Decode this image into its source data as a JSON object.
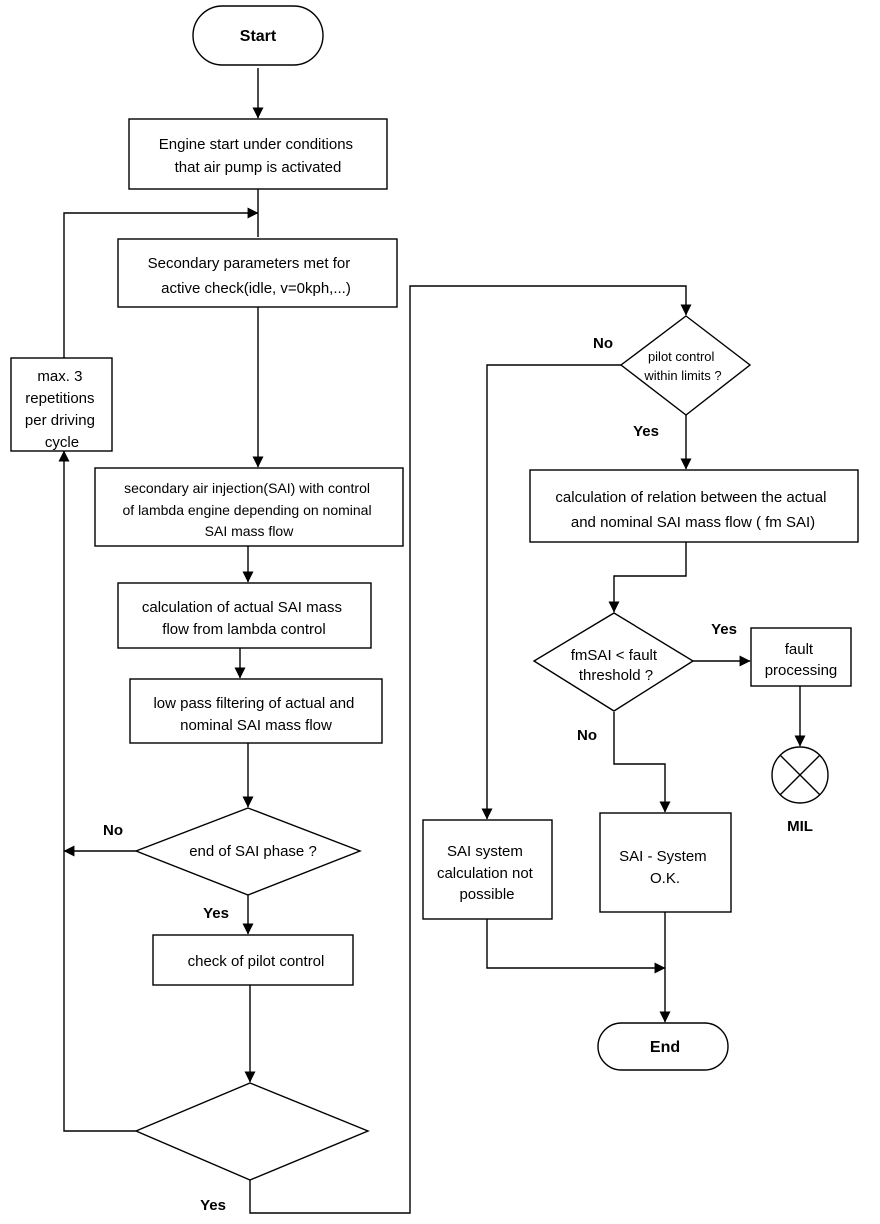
{
  "nodes": {
    "start": "Start",
    "engine_start": [
      "Engine start under conditions",
      "that air pump is activated"
    ],
    "secondary_params": [
      "Secondary parameters met for",
      "active check(idle, v=0kph,...)"
    ],
    "max_repetitions": [
      "max. 3",
      "repetitions",
      "per driving",
      "cycle"
    ],
    "sai_injection": [
      "secondary air injection(SAI) with control",
      "of lambda engine depending on nominal",
      "SAI mass flow"
    ],
    "calc_actual": [
      "calculation of actual SAI mass",
      "flow from lambda control"
    ],
    "low_pass": [
      "low pass filtering of actual and",
      "nominal SAI mass flow"
    ],
    "end_of_phase": "end of SAI phase ?",
    "check_pilot": "check of pilot control",
    "pilot_within": [
      "pilot control",
      "within limits ?"
    ],
    "calc_relation": [
      "calculation of relation between the actual",
      "and nominal SAI mass flow ( fm SAI)"
    ],
    "fm_threshold": [
      "fmSAI < fault",
      "threshold ?"
    ],
    "fault_processing": [
      "fault",
      "processing"
    ],
    "mil": "MIL",
    "not_possible": [
      "SAI system",
      "calculation not",
      "possible"
    ],
    "system_ok": [
      "SAI - System",
      "O.K."
    ],
    "end": "End"
  },
  "labels": {
    "no_end_phase": "No",
    "yes_end_phase": "Yes",
    "yes_bottom": "Yes",
    "no_pilot": "No",
    "yes_pilot": "Yes",
    "yes_fault": "Yes",
    "no_fault": "No"
  }
}
